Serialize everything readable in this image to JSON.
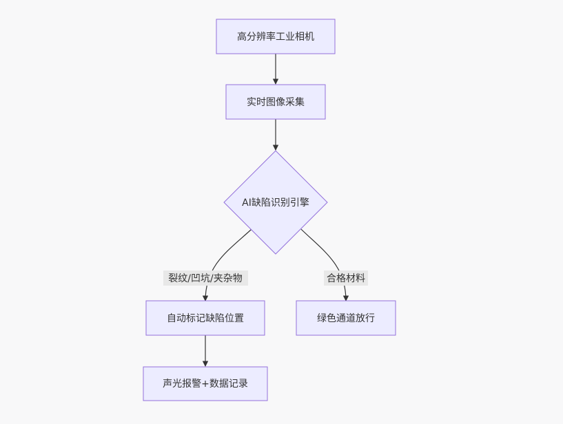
{
  "colors": {
    "background": "#f8f8f9",
    "node_fill": "#ececff",
    "node_stroke": "#9370db",
    "edge": "#333333",
    "edge_label_bg": "#e8e8e8",
    "text": "#333333"
  },
  "nodes": {
    "camera": "高分辨率工业相机",
    "capture": "实时图像采集",
    "ai_engine": "AI缺陷识别引擎",
    "mark": "自动标记缺陷位置",
    "alarm": "声光报警+数据记录",
    "pass": "绿色通道放行"
  },
  "edge_labels": {
    "defect": "裂纹/凹坑/夹杂物",
    "ok": "合格材料"
  }
}
